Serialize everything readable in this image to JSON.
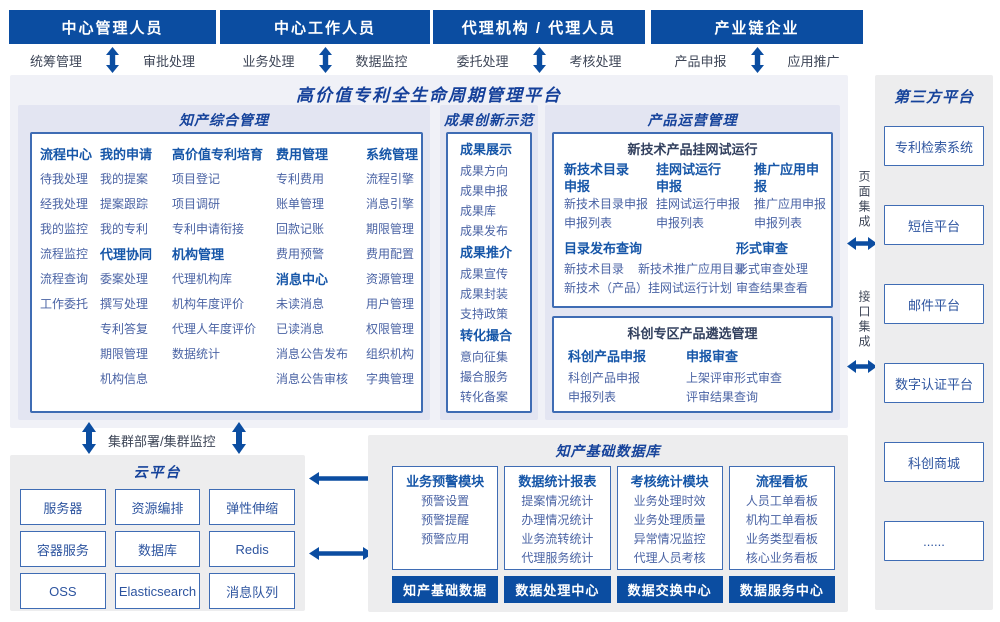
{
  "page": {
    "title": "高价值专利全生命周期管理平台"
  },
  "roles": [
    {
      "title": "中心管理人员",
      "left": "统筹管理",
      "right": "审批处理"
    },
    {
      "title": "中心工作人员",
      "left": "业务处理",
      "right": "数据监控"
    },
    {
      "title": "代理机构 / 代理人员",
      "left": "委托处理",
      "right": "考核处理"
    },
    {
      "title": "产业链企业",
      "left": "产品申报",
      "right": "应用推广"
    }
  ],
  "ip_mgmt": {
    "title": "知产综合管理",
    "columns": [
      [
        {
          "h": "流程中心"
        },
        {
          "i": "待我处理"
        },
        {
          "i": "经我处理"
        },
        {
          "i": "我的监控"
        },
        {
          "i": "流程监控"
        },
        {
          "i": "流程查询"
        },
        {
          "i": "工作委托"
        }
      ],
      [
        {
          "h": "我的申请"
        },
        {
          "i": "我的提案"
        },
        {
          "i": "提案跟踪"
        },
        {
          "i": "我的专利"
        },
        {
          "h": "代理协同"
        },
        {
          "i": "委案处理"
        },
        {
          "i": "撰写处理"
        },
        {
          "i": "专利答复"
        },
        {
          "i": "期限管理"
        },
        {
          "i": "机构信息"
        }
      ],
      [
        {
          "h": "高价值专利培育"
        },
        {
          "i": "项目登记"
        },
        {
          "i": "项目调研"
        },
        {
          "i": "专利申请衔接"
        },
        {
          "h": "机构管理"
        },
        {
          "i": "代理机构库"
        },
        {
          "i": "机构年度评价"
        },
        {
          "i": "代理人年度评价"
        },
        {
          "i": "数据统计"
        }
      ],
      [
        {
          "h": "费用管理"
        },
        {
          "i": "专利费用"
        },
        {
          "i": "账单管理"
        },
        {
          "i": "回款记账"
        },
        {
          "i": "费用预警"
        },
        {
          "h": "消息中心"
        },
        {
          "i": "未读消息"
        },
        {
          "i": "已读消息"
        },
        {
          "i": "消息公告发布"
        },
        {
          "i": "消息公告审核"
        }
      ],
      [
        {
          "h": "系统管理"
        },
        {
          "i": "流程引擎"
        },
        {
          "i": "消息引擎"
        },
        {
          "i": "期限管理"
        },
        {
          "i": "费用配置"
        },
        {
          "i": "资源管理"
        },
        {
          "i": "用户管理"
        },
        {
          "i": "权限管理"
        },
        {
          "i": "组织机构"
        },
        {
          "i": "字典管理"
        }
      ]
    ]
  },
  "achievement": {
    "title": "成果创新示范",
    "list": [
      {
        "h": "成果展示"
      },
      {
        "i": "成果方向"
      },
      {
        "i": "成果申报"
      },
      {
        "i": "成果库"
      },
      {
        "i": "成果发布"
      },
      {
        "h": "成果推介"
      },
      {
        "i": "成果宣传"
      },
      {
        "i": "成果封装"
      },
      {
        "i": "支持政策"
      },
      {
        "h": "转化撮合"
      },
      {
        "i": "意向征集"
      },
      {
        "i": "撮合服务"
      },
      {
        "i": "转化备案"
      }
    ]
  },
  "product_ops": {
    "title": "产品运营管理",
    "new_tech": {
      "box_title": "新技术产品挂网试运行",
      "cols": [
        {
          "header": "新技术目录申报",
          "items": [
            "新技术目录申报",
            "申报列表"
          ]
        },
        {
          "header": "挂网试运行申报",
          "items": [
            "挂网试运行申报",
            "申报列表"
          ]
        },
        {
          "header": "推广应用申报",
          "items": [
            "推广应用申报",
            "申报列表"
          ]
        }
      ],
      "catalog": {
        "header": "目录发布查询",
        "rows": [
          [
            "新技术目录",
            "新技术推广应用目录"
          ],
          [
            "新技术（产品）挂网试运行计划"
          ]
        ]
      },
      "review": {
        "header": "形式审查",
        "items": [
          "形式审查处理",
          "审查结果查看"
        ]
      }
    },
    "sci_zone": {
      "box_title": "科创专区产品遴选管理",
      "cols": [
        {
          "header": "科创产品申报",
          "items": [
            "科创产品申报",
            "申报列表"
          ]
        },
        {
          "header": "申报审查",
          "items": [
            "上架评审形式审查",
            "评审结果查询"
          ]
        }
      ]
    }
  },
  "integration": {
    "page": "页面集成",
    "api": "接口集成"
  },
  "third_party": {
    "title": "第三方平台",
    "items": [
      "专利检索系统",
      "短信平台",
      "邮件平台",
      "数字认证平台",
      "科创商城",
      "......"
    ]
  },
  "cluster_label": "集群部署/集群监控",
  "cloud": {
    "title": "云平台",
    "items": [
      "服务器",
      "资源编排",
      "弹性伸缩",
      "容器服务",
      "数据库",
      "Redis",
      "OSS",
      "Elasticsearch",
      "消息队列"
    ]
  },
  "database": {
    "title": "知产基础数据库",
    "modules": [
      {
        "header": "业务预警模块",
        "items": [
          "预警设置",
          "预警提醒",
          "预警应用"
        ],
        "bar": "知产基础数据"
      },
      {
        "header": "数据统计报表",
        "items": [
          "提案情况统计",
          "办理情况统计",
          "业务流转统计",
          "代理服务统计"
        ],
        "bar": "数据处理中心"
      },
      {
        "header": "考核统计模块",
        "items": [
          "业务处理时效",
          "业务处理质量",
          "异常情况监控",
          "代理人员考核"
        ],
        "bar": "数据交换中心"
      },
      {
        "header": "流程看板",
        "items": [
          "人员工单看板",
          "机构工单看板",
          "业务类型看板",
          "核心业务看板"
        ],
        "bar": "数据服务中心"
      }
    ]
  },
  "colors": {
    "deep_blue": "#0b4da1",
    "title_blue": "#16439b",
    "item_blue": "#4a63a4",
    "border_blue": "#3f6cb4"
  }
}
